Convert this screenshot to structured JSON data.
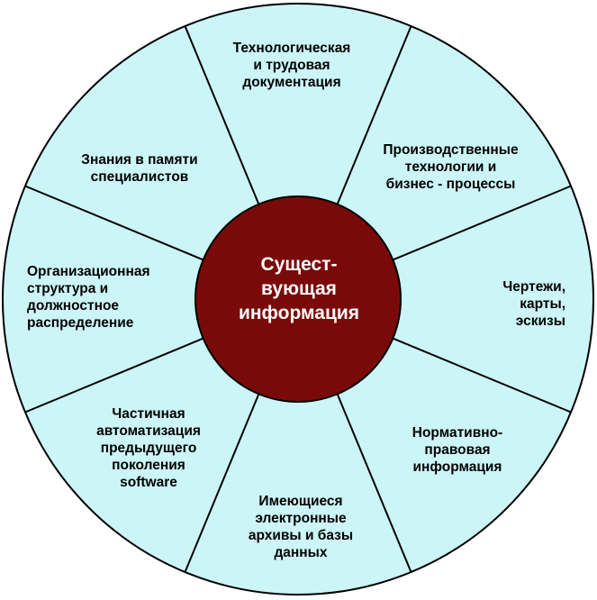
{
  "colors": {
    "segment_fill": "#ccf5f8",
    "hub_fill": "#7a0a0a",
    "stroke": "#000000",
    "hub_text": "#ffffff"
  },
  "center": {
    "text": "Сущест-\nвующая\nинформация"
  },
  "segments": [
    {
      "text": "Технологическая\nи трудовая\nдокументация"
    },
    {
      "text": "Производственные\nтехнологии и\nбизнес - процессы"
    },
    {
      "text": "Чертежи,\nкарты,\nэскизы"
    },
    {
      "text": "Нормативно-\nправовая\nинформация"
    },
    {
      "text": "Имеющиеся\nэлектронные\nархивы и базы\nданных"
    },
    {
      "text": "Частичная\nавтоматизация\nпредыдущего\nпоколения\nsoftware"
    },
    {
      "text": "Организационная\nструктура и\nдолжностное\nраспределение"
    },
    {
      "text": "Знания в памяти\nспециалистов"
    }
  ]
}
